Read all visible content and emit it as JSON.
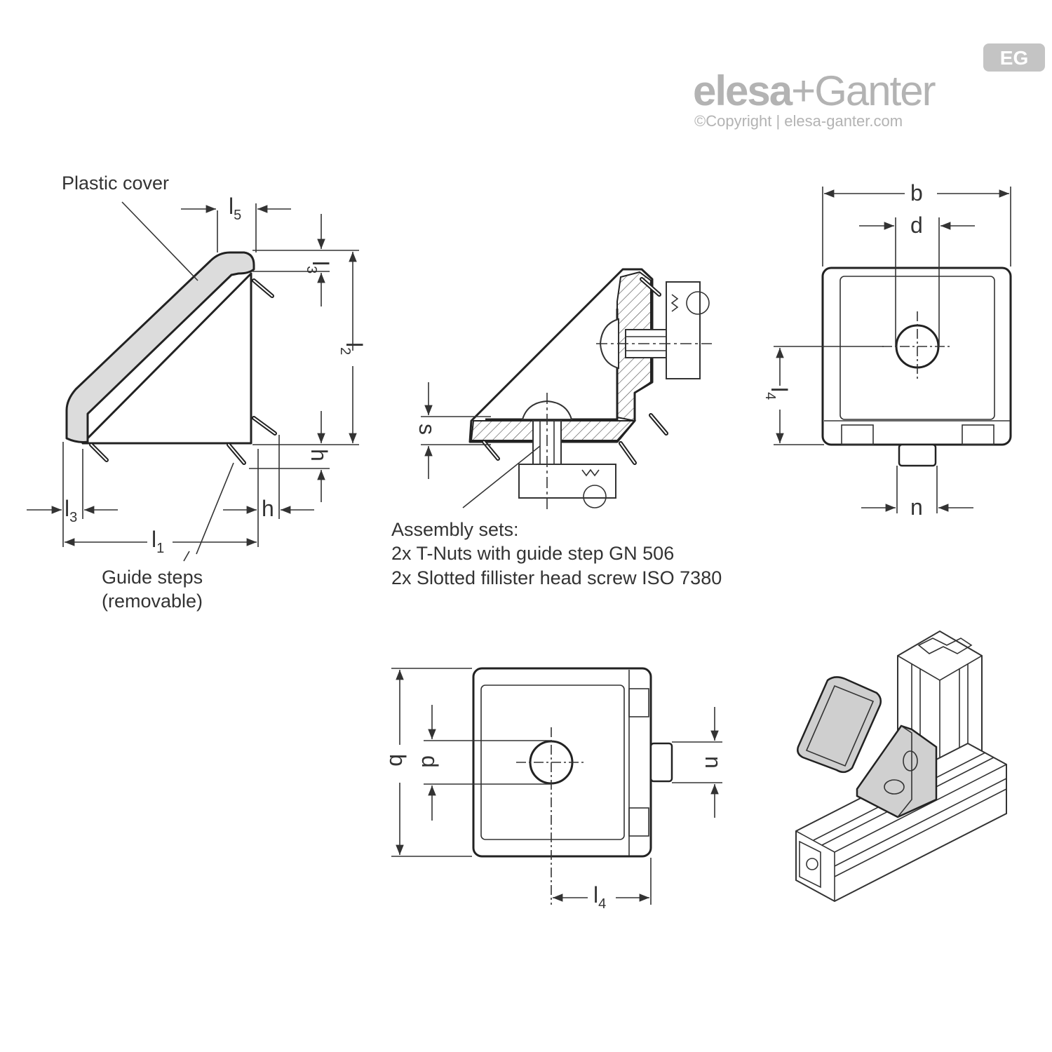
{
  "brand": {
    "logo_name": "elesa",
    "logo_plus": "+",
    "logo_ganter": "Ganter",
    "badge": "EG",
    "copyright": "©Copyright | elesa-ganter.com"
  },
  "labels": {
    "plastic_cover": "Plastic cover",
    "guide_steps_line1": "Guide steps",
    "guide_steps_line2": "(removable)",
    "assembly_title": "Assembly sets:",
    "assembly_line1": "2x T-Nuts with guide step GN 506",
    "assembly_line2": "2x Slotted fillister head screw ISO 7380"
  },
  "dimensions": {
    "l": "l",
    "h": "h",
    "s": "s",
    "b": "b",
    "d": "d",
    "n": "n",
    "sub1": "1",
    "sub2": "2",
    "sub3": "3",
    "sub4": "4",
    "sub5": "5"
  },
  "colors": {
    "line": "#222222",
    "cover_fill": "#dcdcdc",
    "logo_gray": "#b3b3b3"
  }
}
